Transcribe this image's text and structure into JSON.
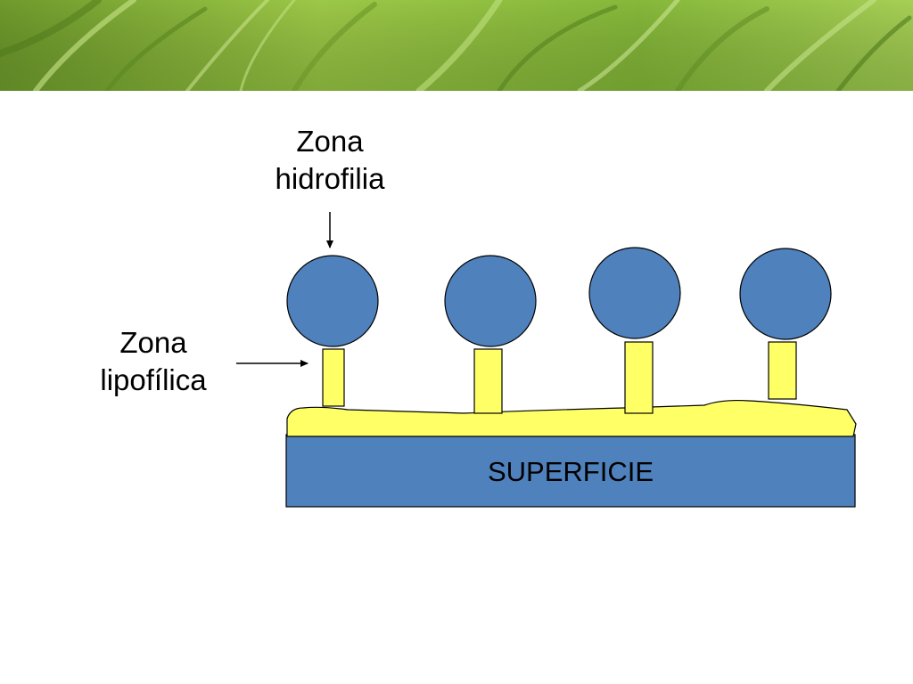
{
  "labels": {
    "hydrophilic_line1": "Zona",
    "hydrophilic_line2": "hidrofilia",
    "lipophilic_line1": "Zona",
    "lipophilic_line2": "lipofílica",
    "surface": "SUPERFICIE"
  },
  "colors": {
    "head_fill": "#4f81bd",
    "tail_fill": "#ffff66",
    "surface_fill": "#4f81bd",
    "layer_fill": "#ffff66",
    "outline": "#000000"
  },
  "molecule_count": 4
}
